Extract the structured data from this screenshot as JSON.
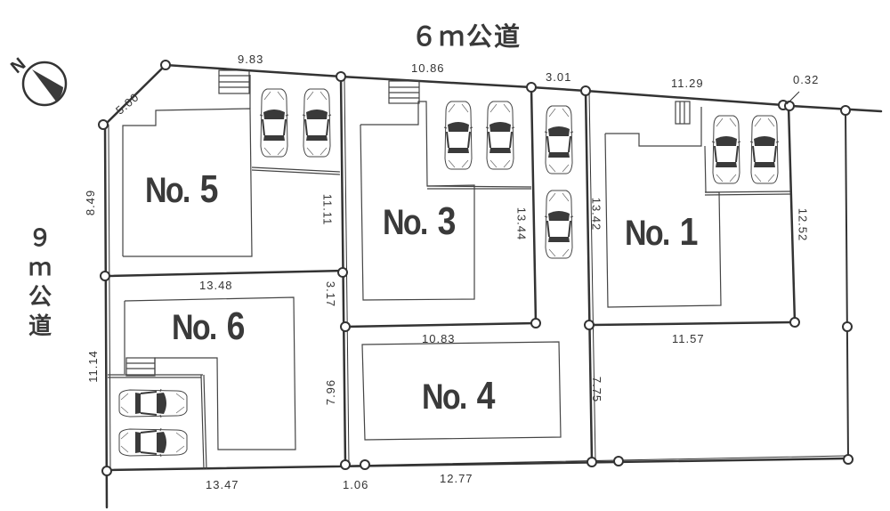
{
  "roads": {
    "top": "６ｍ公道",
    "left_chars": [
      "９",
      "ｍ",
      "公",
      "道"
    ]
  },
  "compass": {
    "label": "N",
    "icon": "north-arrow-icon"
  },
  "lots": [
    {
      "id": "5",
      "prefix": "No.",
      "num": "5"
    },
    {
      "id": "3",
      "prefix": "No.",
      "num": "3"
    },
    {
      "id": "1",
      "prefix": "No.",
      "num": "1"
    },
    {
      "id": "6",
      "prefix": "No.",
      "num": "6"
    },
    {
      "id": "4",
      "prefix": "No.",
      "num": "4"
    }
  ],
  "dimensions": {
    "top_5_00": "5.00",
    "top_9_83": "9.83",
    "top_10_86": "10.86",
    "top_3_01": "3.01",
    "top_11_29": "11.29",
    "top_0_32": "0.32",
    "left_8_49": "8.49",
    "left_11_14": "11.14",
    "mid_11_11": "11.11",
    "mid_3_17": "3.17",
    "mid_7_96": "7.96",
    "mid_13_44": "13.44",
    "mid_13_42": "13.42",
    "mid_12_52": "12.52",
    "mid_7_75": "7.75",
    "h_13_48": "13.48",
    "h_10_83": "10.83",
    "h_11_57": "11.57",
    "bot_13_47": "13.47",
    "bot_1_06": "1.06",
    "bot_12_77": "12.77"
  },
  "parking": {
    "lot5": 2,
    "lot3": 2,
    "lane": 2,
    "lot1": 2,
    "lot6": 2
  }
}
